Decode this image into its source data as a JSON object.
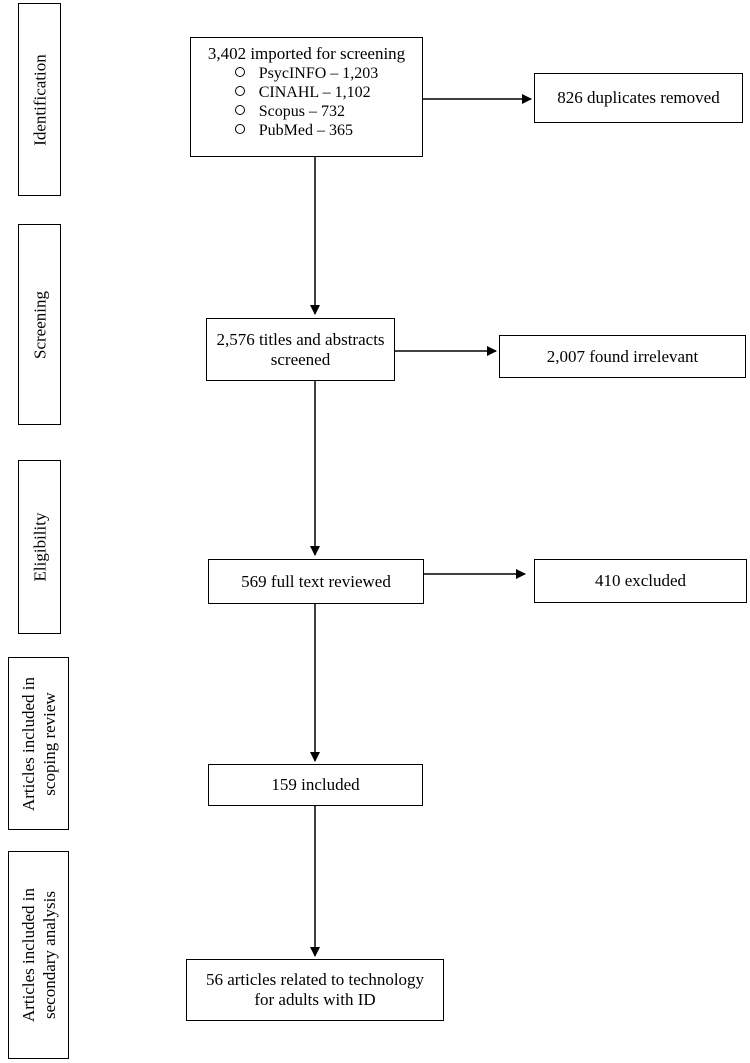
{
  "stages": {
    "identification": {
      "lines": [
        "Identification"
      ]
    },
    "screening": {
      "lines": [
        "Screening"
      ]
    },
    "eligibility": {
      "lines": [
        "Eligibility"
      ]
    },
    "included_scoping": {
      "lines": [
        "Articles included in",
        "scoping review"
      ]
    },
    "included_secondary": {
      "lines": [
        "Articles included in",
        "secondary analysis"
      ]
    }
  },
  "boxes": {
    "imported": {
      "title": "3,402 imported for screening",
      "databases": [
        "PsycINFO – 1,203",
        "CINAHL – 1,102",
        "Scopus – 732",
        "PubMed – 365"
      ]
    },
    "duplicates": {
      "text": "826 duplicates removed"
    },
    "screened": {
      "lines": [
        "2,576 titles and abstracts",
        "screened"
      ]
    },
    "irrelevant": {
      "text": "2,007 found irrelevant"
    },
    "full_text": {
      "text": "569 full text reviewed"
    },
    "excluded": {
      "text": "410 excluded"
    },
    "included": {
      "text": "159 included"
    },
    "technology": {
      "lines": [
        "56 articles related to technology",
        "for adults with ID"
      ]
    }
  },
  "colors": {
    "line": "#000000",
    "background": "#ffffff"
  }
}
